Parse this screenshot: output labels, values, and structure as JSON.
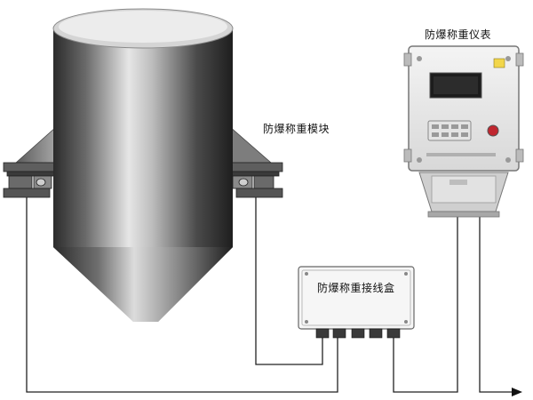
{
  "labels": {
    "instrument": "防爆称重仪表",
    "module": "防爆称重模块",
    "junction_box": "防爆称重接线盒"
  }
}
